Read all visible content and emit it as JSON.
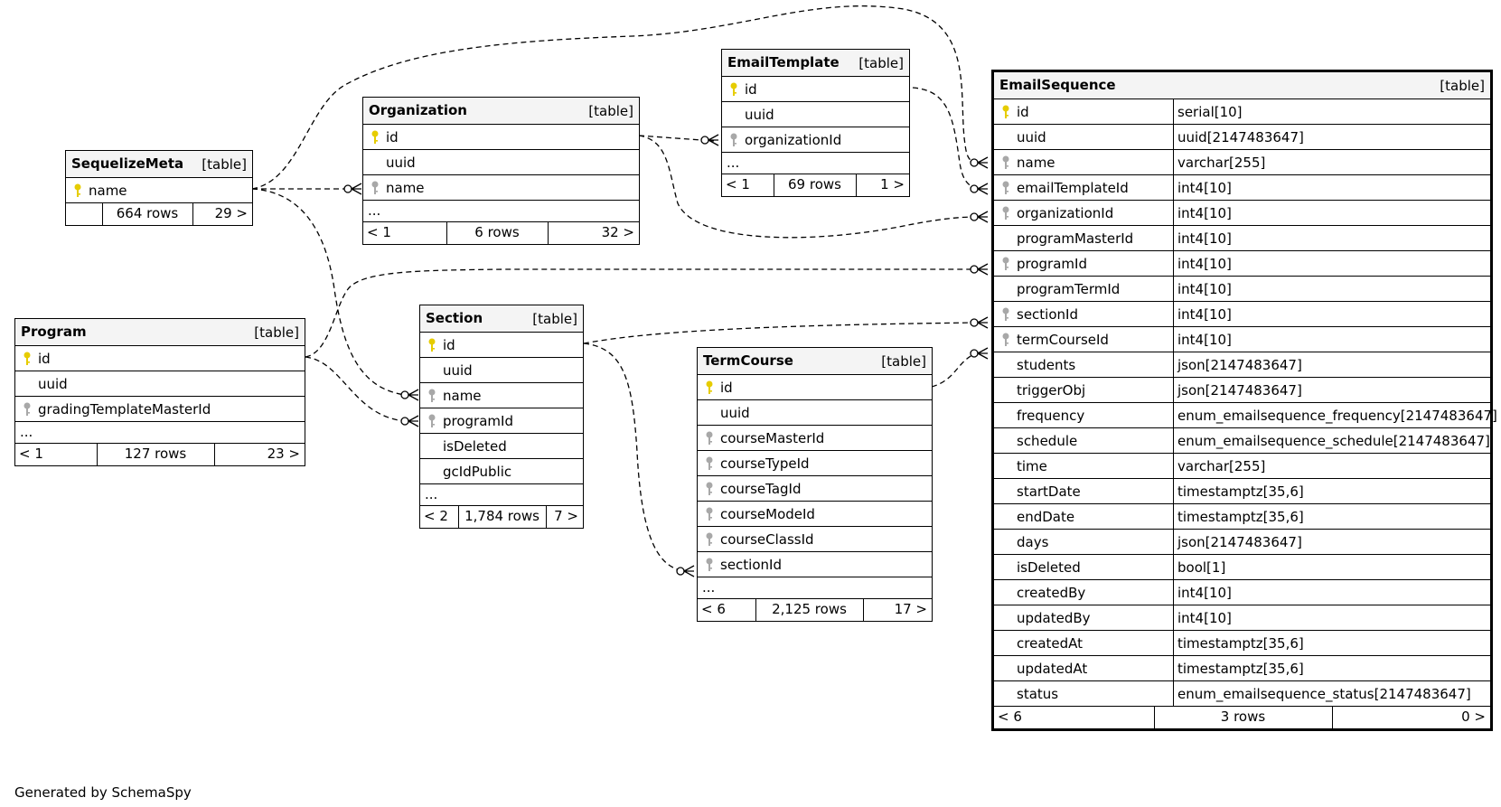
{
  "credit": "Generated by SchemaSpy",
  "tables": {
    "sequelizemeta": {
      "name": "SequelizeMeta",
      "type": "[table]",
      "columns": [
        {
          "name": "name",
          "key": "pk"
        }
      ],
      "footer": {
        "left": "",
        "rows": "664 rows",
        "right": "29 >"
      }
    },
    "organization": {
      "name": "Organization",
      "type": "[table]",
      "columns": [
        {
          "name": "id",
          "key": "pk"
        },
        {
          "name": "uuid",
          "key": ""
        },
        {
          "name": "name",
          "key": "fk"
        }
      ],
      "more": "...",
      "footer": {
        "left": "< 1",
        "rows": "6 rows",
        "right": "32 >"
      }
    },
    "emailtemplate": {
      "name": "EmailTemplate",
      "type": "[table]",
      "columns": [
        {
          "name": "id",
          "key": "pk"
        },
        {
          "name": "uuid",
          "key": ""
        },
        {
          "name": "organizationId",
          "key": "fk"
        }
      ],
      "more": "...",
      "footer": {
        "left": "< 1",
        "rows": "69 rows",
        "right": "1 >"
      }
    },
    "program": {
      "name": "Program",
      "type": "[table]",
      "columns": [
        {
          "name": "id",
          "key": "pk"
        },
        {
          "name": "uuid",
          "key": ""
        },
        {
          "name": "gradingTemplateMasterId",
          "key": "fk"
        }
      ],
      "more": "...",
      "footer": {
        "left": "< 1",
        "rows": "127 rows",
        "right": "23 >"
      }
    },
    "section": {
      "name": "Section",
      "type": "[table]",
      "columns": [
        {
          "name": "id",
          "key": "pk"
        },
        {
          "name": "uuid",
          "key": ""
        },
        {
          "name": "name",
          "key": "fk"
        },
        {
          "name": "programId",
          "key": "fk"
        },
        {
          "name": "isDeleted",
          "key": ""
        },
        {
          "name": "gcIdPublic",
          "key": ""
        }
      ],
      "more": "...",
      "footer": {
        "left": "< 2",
        "rows": "1,784 rows",
        "right": "7 >"
      }
    },
    "termcourse": {
      "name": "TermCourse",
      "type": "[table]",
      "columns": [
        {
          "name": "id",
          "key": "pk"
        },
        {
          "name": "uuid",
          "key": ""
        },
        {
          "name": "courseMasterId",
          "key": "fk"
        },
        {
          "name": "courseTypeId",
          "key": "fk"
        },
        {
          "name": "courseTagId",
          "key": "fk"
        },
        {
          "name": "courseModeId",
          "key": "fk"
        },
        {
          "name": "courseClassId",
          "key": "fk"
        },
        {
          "name": "sectionId",
          "key": "fk"
        }
      ],
      "more": "...",
      "footer": {
        "left": "< 6",
        "rows": "2,125 rows",
        "right": "17 >"
      }
    },
    "emailsequence": {
      "name": "EmailSequence",
      "type": "[table]",
      "columns": [
        {
          "name": "id",
          "key": "pk",
          "dtype": "serial[10]"
        },
        {
          "name": "uuid",
          "key": "",
          "dtype": "uuid[2147483647]"
        },
        {
          "name": "name",
          "key": "fk",
          "dtype": "varchar[255]"
        },
        {
          "name": "emailTemplateId",
          "key": "fk",
          "dtype": "int4[10]"
        },
        {
          "name": "organizationId",
          "key": "fk",
          "dtype": "int4[10]"
        },
        {
          "name": "programMasterId",
          "key": "",
          "dtype": "int4[10]"
        },
        {
          "name": "programId",
          "key": "fk",
          "dtype": "int4[10]"
        },
        {
          "name": "programTermId",
          "key": "",
          "dtype": "int4[10]"
        },
        {
          "name": "sectionId",
          "key": "fk",
          "dtype": "int4[10]"
        },
        {
          "name": "termCourseId",
          "key": "fk",
          "dtype": "int4[10]"
        },
        {
          "name": "students",
          "key": "",
          "dtype": "json[2147483647]"
        },
        {
          "name": "triggerObj",
          "key": "",
          "dtype": "json[2147483647]"
        },
        {
          "name": "frequency",
          "key": "",
          "dtype": "enum_emailsequence_frequency[2147483647]"
        },
        {
          "name": "schedule",
          "key": "",
          "dtype": "enum_emailsequence_schedule[2147483647]"
        },
        {
          "name": "time",
          "key": "",
          "dtype": "varchar[255]"
        },
        {
          "name": "startDate",
          "key": "",
          "dtype": "timestamptz[35,6]"
        },
        {
          "name": "endDate",
          "key": "",
          "dtype": "timestamptz[35,6]"
        },
        {
          "name": "days",
          "key": "",
          "dtype": "json[2147483647]"
        },
        {
          "name": "isDeleted",
          "key": "",
          "dtype": "bool[1]"
        },
        {
          "name": "createdBy",
          "key": "",
          "dtype": "int4[10]"
        },
        {
          "name": "updatedBy",
          "key": "",
          "dtype": "int4[10]"
        },
        {
          "name": "createdAt",
          "key": "",
          "dtype": "timestamptz[35,6]"
        },
        {
          "name": "updatedAt",
          "key": "",
          "dtype": "timestamptz[35,6]"
        },
        {
          "name": "status",
          "key": "",
          "dtype": "enum_emailsequence_status[2147483647]"
        }
      ],
      "footer": {
        "left": "< 6",
        "rows": "3 rows",
        "right": "0 >"
      }
    }
  },
  "colors": {
    "primary_key": "#e6cc00",
    "foreign_key": "#a8a8a8",
    "header_bg": "#f4f4f4"
  }
}
